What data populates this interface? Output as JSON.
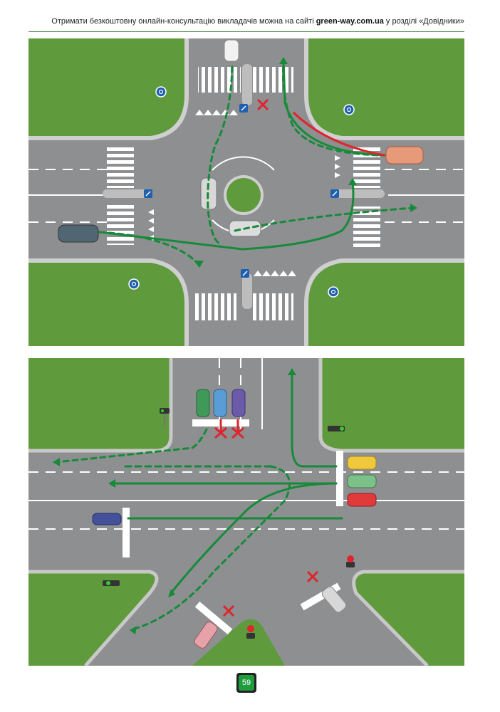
{
  "header": {
    "text_before": "Отримати безкоштовну онлайн-консультацію викладачів можна на сайті ",
    "site": "green-way.com.ua",
    "text_after": " у розділі «Довідники»"
  },
  "page_number": "59",
  "colors": {
    "grass": "#5f9a3c",
    "road": "#8e8f91",
    "green_path": "#178a3a",
    "red_forbidden": "#e0242c"
  },
  "icons": {
    "roundabout_sign": "roundabout-sign-icon",
    "keep_right_sign": "keep-right-sign-icon",
    "traffic_light": "traffic-light-icon",
    "forbidden_cross": "forbidden-cross-icon"
  }
}
